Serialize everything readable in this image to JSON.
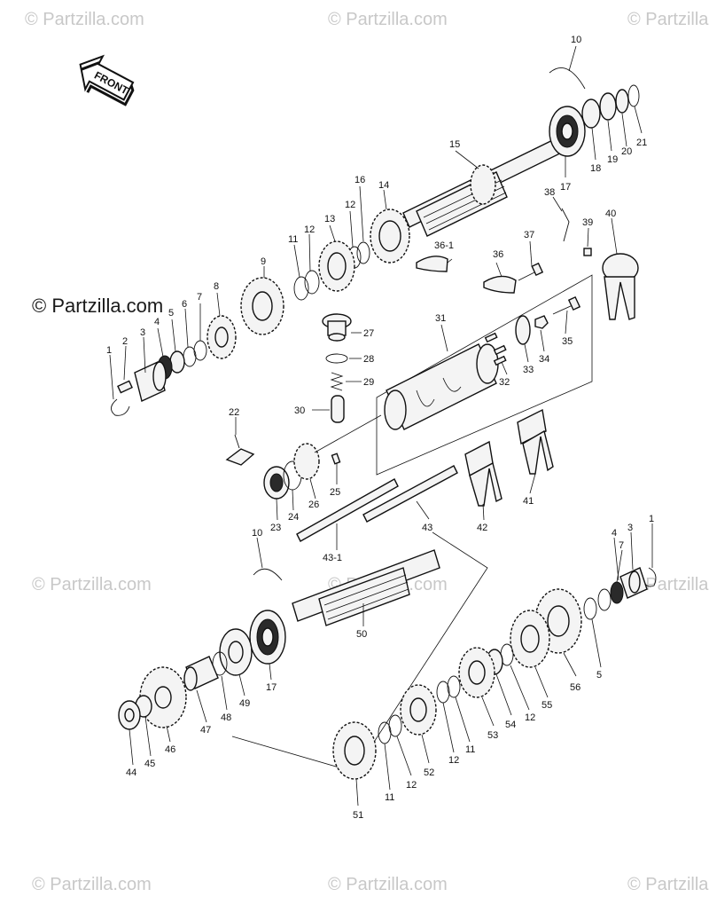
{
  "watermarks": {
    "top_left": "© Partzilla.com",
    "top_center": "© Partzilla.com",
    "top_right": "© Partzilla.com",
    "mid_left": "© Partzilla.com",
    "mid_left_lower": "© Partzilla.com",
    "mid_center": "© Partzilla.com",
    "mid_right": "© Partzilla.com",
    "bottom_left": "© Partzilla.com",
    "bottom_center": "© Partzilla.com",
    "bottom_right": "© Partzilla.com"
  },
  "front_sign": "FRONT",
  "callouts": {
    "c10a": "10",
    "c21": "21",
    "c20": "20",
    "c19": "19",
    "c18": "18",
    "c17a": "17",
    "c15": "15",
    "c16": "16",
    "c14": "14",
    "c12a": "12",
    "c13": "13",
    "c12b": "12",
    "c11a": "11",
    "c9": "9",
    "c8": "8",
    "c7a": "7",
    "c6": "6",
    "c5a": "5",
    "c4a": "4",
    "c3a": "3",
    "c2": "2",
    "c1a": "1",
    "c38": "38",
    "c39": "39",
    "c40": "40",
    "c36_1": "36-1",
    "c36": "36",
    "c37": "37",
    "c31": "31",
    "c27": "27",
    "c28": "28",
    "c29": "29",
    "c30": "30",
    "c32": "32",
    "c33": "33",
    "c34": "34",
    "c35": "35",
    "c22": "22",
    "c23": "23",
    "c24": "24",
    "c25": "25",
    "c26": "26",
    "c43_1": "43-1",
    "c43": "43",
    "c42": "42",
    "c41": "41",
    "c10b": "10",
    "c50": "50",
    "c17b": "17",
    "c49": "49",
    "c48": "48",
    "c47": "47",
    "c46": "46",
    "c45": "45",
    "c44": "44",
    "c7b": "7",
    "c4b": "4",
    "c3b": "3",
    "c1b": "1",
    "c56": "56",
    "c5b": "5",
    "c55": "55",
    "c12c": "12",
    "c54": "54",
    "c53": "53",
    "c11b": "11",
    "c12d": "12",
    "c52": "52",
    "c12e": "12",
    "c11c": "11",
    "c51": "51"
  }
}
